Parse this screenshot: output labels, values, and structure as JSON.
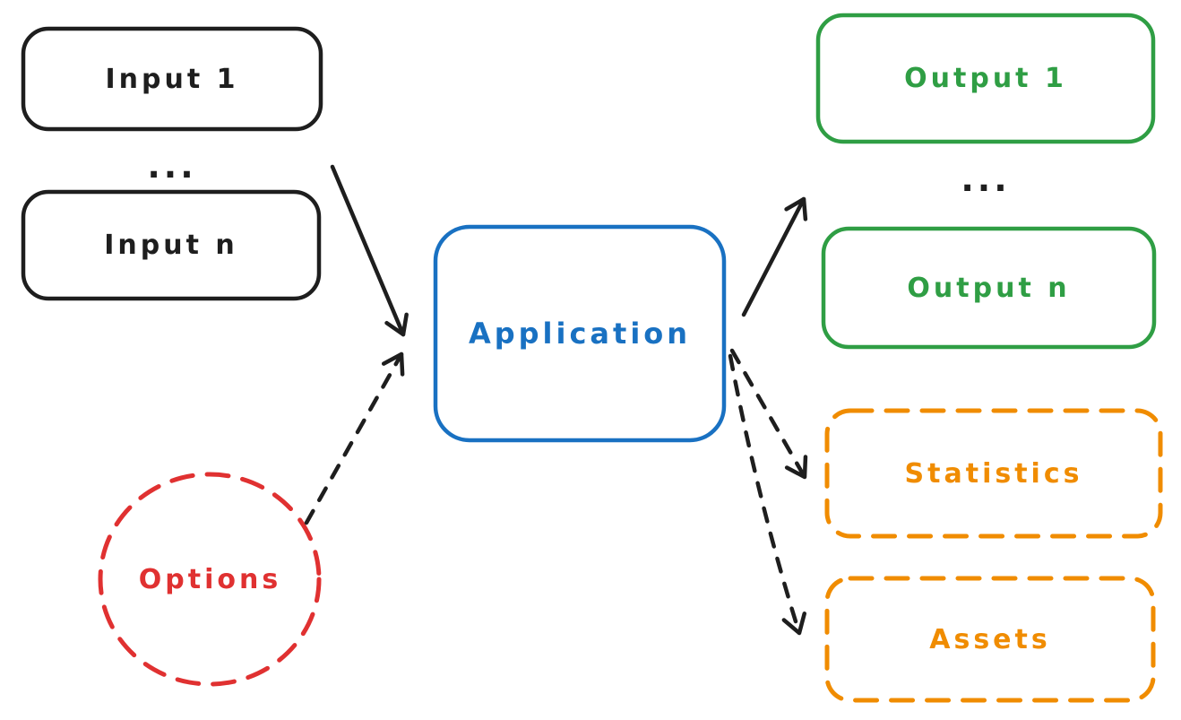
{
  "palette": {
    "black": "#1e1e1e",
    "blue": "#1971c2",
    "green": "#2f9e44",
    "orange": "#f08c00",
    "red": "#e03131",
    "background": "#ffffff"
  },
  "nodes": {
    "input_1": {
      "label": "Input 1",
      "shape": "rounded-rectangle",
      "stroke": "solid",
      "color": "#1e1e1e"
    },
    "inputs_ellipsis": {
      "label": "...",
      "shape": "text",
      "color": "#1e1e1e"
    },
    "input_n": {
      "label": "Input n",
      "shape": "rounded-rectangle",
      "stroke": "solid",
      "color": "#1e1e1e"
    },
    "application": {
      "label": "Application",
      "shape": "rounded-rectangle",
      "stroke": "solid",
      "color": "#1971c2"
    },
    "output_1": {
      "label": "Output 1",
      "shape": "rounded-rectangle",
      "stroke": "solid",
      "color": "#2f9e44"
    },
    "outputs_ellipsis": {
      "label": "...",
      "shape": "text",
      "color": "#1e1e1e"
    },
    "output_n": {
      "label": "Output n",
      "shape": "rounded-rectangle",
      "stroke": "solid",
      "color": "#2f9e44"
    },
    "statistics": {
      "label": "Statistics",
      "shape": "rounded-rectangle",
      "stroke": "dashed",
      "color": "#f08c00"
    },
    "assets": {
      "label": "Assets",
      "shape": "rounded-rectangle",
      "stroke": "dashed",
      "color": "#f08c00"
    },
    "options": {
      "label": "Options",
      "shape": "circle",
      "stroke": "dashed",
      "color": "#e03131"
    }
  },
  "edges": [
    {
      "from": "inputs",
      "to": "application",
      "style": "solid",
      "color": "#1e1e1e"
    },
    {
      "from": "options",
      "to": "application",
      "style": "dashed",
      "color": "#1e1e1e"
    },
    {
      "from": "application",
      "to": "outputs",
      "style": "solid",
      "color": "#1e1e1e"
    },
    {
      "from": "application",
      "to": "statistics",
      "style": "dashed",
      "color": "#1e1e1e"
    },
    {
      "from": "application",
      "to": "assets",
      "style": "dashed",
      "color": "#1e1e1e"
    }
  ]
}
